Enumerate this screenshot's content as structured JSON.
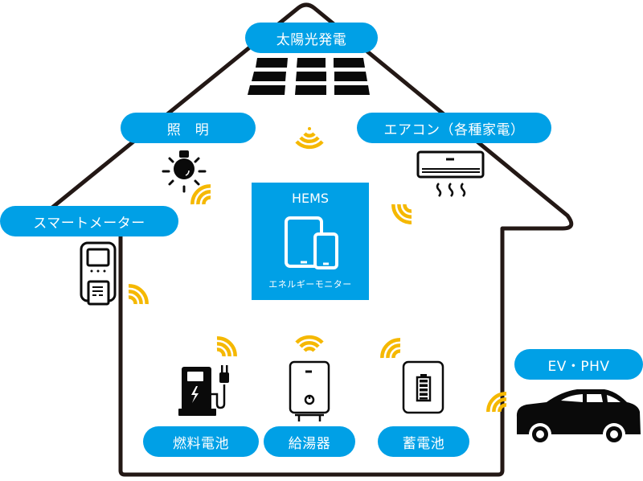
{
  "title": "HEMS home energy management diagram",
  "colors": {
    "label_bg": "#00a0e6",
    "label_text": "#ffffff",
    "outline": "#231815",
    "signal": "#f5b800"
  },
  "labels": {
    "solar": "太陽光発電",
    "lighting": "照　明",
    "aircon": "エアコン（各種家電）",
    "smart_meter": "スマートメーター",
    "fuel_cell": "燃料電池",
    "water_heater": "給湯器",
    "storage_battery": "蓄電池",
    "ev": "EV・PHV"
  },
  "hems": {
    "title": "HEMS",
    "subtitle": "エネルギーモニター"
  },
  "icons": {
    "solar": "solar-panel-icon",
    "lighting": "light-bulb-icon",
    "aircon": "air-conditioner-icon",
    "smart_meter": "smart-meter-icon",
    "hems": "tablet-smartphone-icon",
    "fuel_cell": "charging-station-icon",
    "water_heater": "water-heater-icon",
    "storage_battery": "battery-icon",
    "ev": "car-icon",
    "signal": "wifi-signal-icon"
  }
}
